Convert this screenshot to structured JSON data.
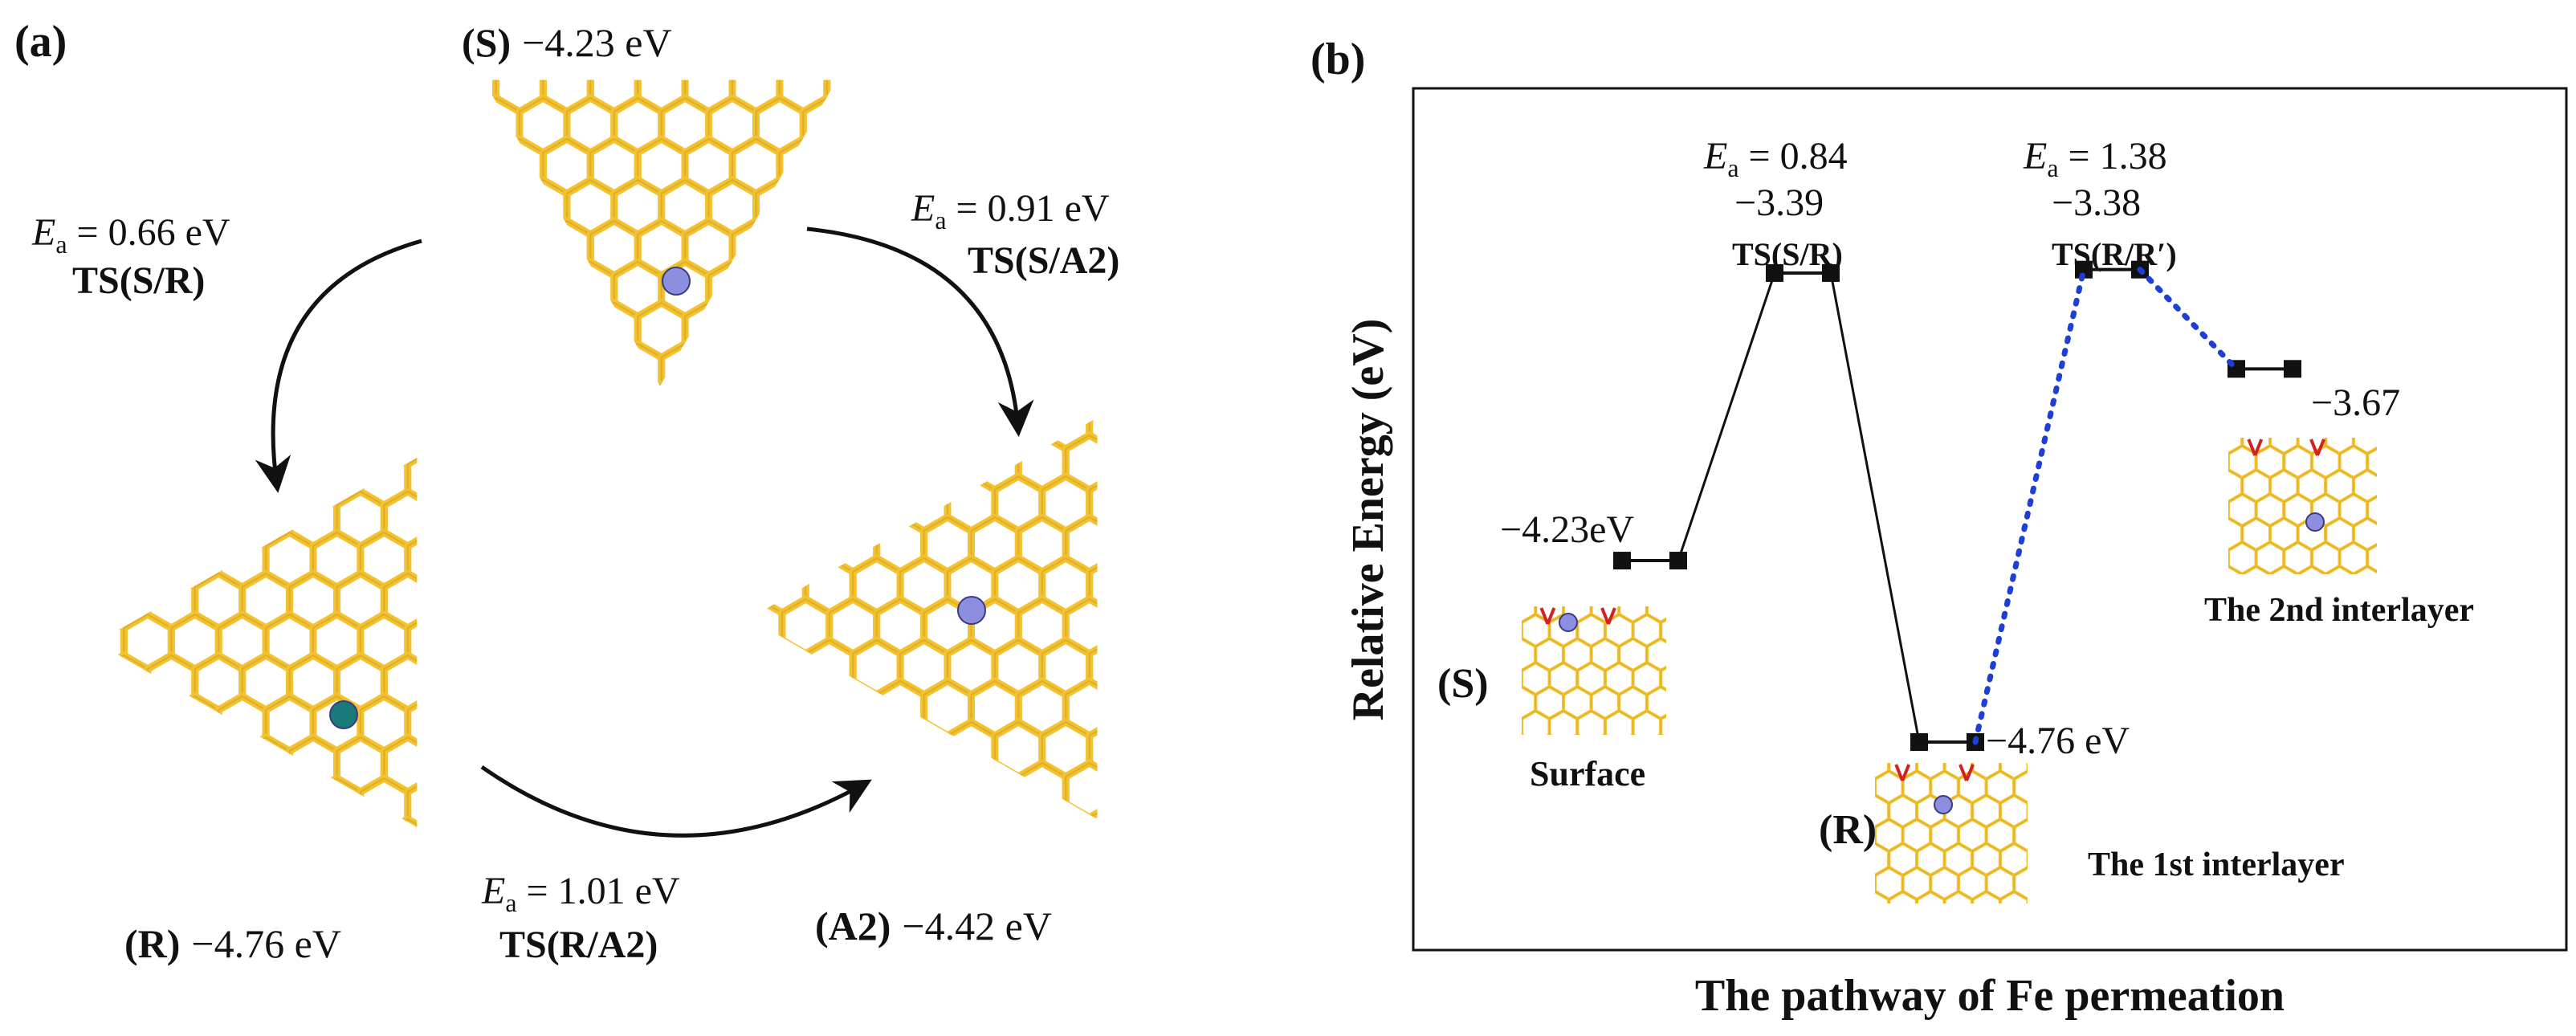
{
  "panel_a": {
    "label": "(a)",
    "states": {
      "S": {
        "tag": "(S)",
        "energy": "−4.23 eV"
      },
      "R": {
        "tag": "(R)",
        "energy": "−4.76 eV"
      },
      "A2": {
        "tag": "(A2)",
        "energy": "−4.42 eV"
      }
    },
    "transitions": {
      "s_r": {
        "ea_symbol": "E",
        "ea_sub": "a",
        "ea_value": " = 0.66 eV",
        "ts": "TS(S/R)"
      },
      "s_a2": {
        "ea_symbol": "E",
        "ea_sub": "a",
        "ea_value": " = 0.91 eV",
        "ts": "TS(S/A2)"
      },
      "r_a2": {
        "ea_symbol": "E",
        "ea_sub": "a",
        "ea_value": " = 1.01 eV",
        "ts": "TS(R/A2)"
      }
    },
    "colors": {
      "lattice": "#F2C230",
      "lattice_dark": "#C9951A",
      "fe_atom": "#8C8FE0",
      "fe_atom_r": "#1A7A7A",
      "arrow": "#111111"
    }
  },
  "panel_b": {
    "label": "(b)",
    "ylabel": "Relative Energy (eV)",
    "xlabel": "The pathway of Fe permeation",
    "levels": [
      {
        "id": "S",
        "value": -4.23,
        "label": "−4.23eV"
      },
      {
        "id": "TS1",
        "value": -3.39,
        "label": "−3.39",
        "ts": "TS(S/R)",
        "ea_symbol": "E",
        "ea_sub": "a",
        "ea_value": " = 0.84"
      },
      {
        "id": "R",
        "value": -4.76,
        "label": "−4.76 eV"
      },
      {
        "id": "TS2",
        "value": -3.38,
        "label": "−3.38",
        "ts": "TS(R/R′)",
        "ea_symbol": "E",
        "ea_sub": "a",
        "ea_value": " = 1.38"
      },
      {
        "id": "Rp",
        "value": -3.67,
        "label": "−3.67"
      }
    ],
    "structures": {
      "surface": {
        "tag": "(S)",
        "caption": "Surface"
      },
      "first": {
        "tag": "(R)",
        "caption": "The 1st interlayer"
      },
      "second": {
        "caption": "The 2nd interlayer"
      }
    },
    "colors": {
      "solid_line": "#111111",
      "dotted_line": "#1E3FD6",
      "marker": "#111111",
      "red_atom": "#D42020"
    }
  }
}
